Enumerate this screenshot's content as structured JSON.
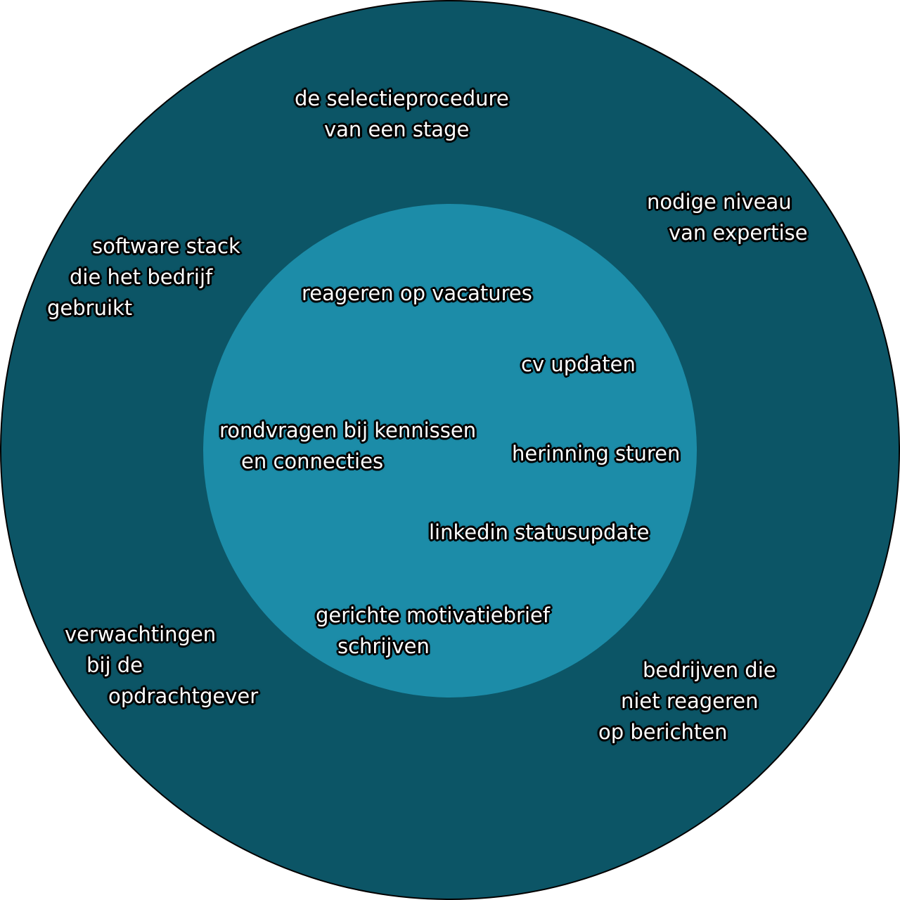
{
  "colors": {
    "outer_ring": "#0c5566",
    "inner_circle": "#1c8ca8",
    "text": "#ffffff",
    "text_outline": "#000000"
  },
  "outer": {
    "selectie": [
      "de selectieprocedure",
      "van een stage"
    ],
    "niveau": [
      "nodige niveau",
      "van expertise"
    ],
    "software": [
      "software stack",
      "die het bedrijf",
      "gebruikt"
    ],
    "verwachtingen": [
      "verwachtingen",
      "bij de",
      "opdrachtgever"
    ],
    "bedrijven": [
      "bedrijven die",
      "niet reageren",
      "op berichten"
    ]
  },
  "inner": {
    "reageren": [
      "reageren op vacatures"
    ],
    "cv": [
      "cv updaten"
    ],
    "rondvragen": [
      "rondvragen bij kennissen",
      "en connecties"
    ],
    "herinnering": [
      "herinning sturen"
    ],
    "linkedin": [
      "linkedin statusupdate"
    ],
    "motivatiebrief": [
      "gerichte motivatiebrief",
      "schrijven"
    ]
  }
}
